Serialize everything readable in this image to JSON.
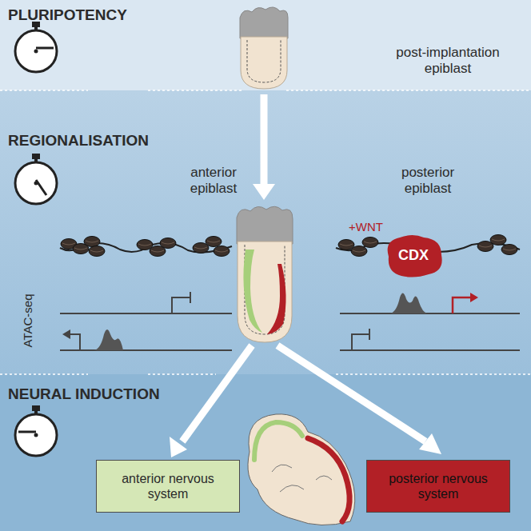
{
  "diagram": {
    "nodes": [
      {
        "text": [
          "PLURIPOTENCY",
          "post-implantation epiblast"
        ]
      },
      {
        "text": [
          "REGIONALISATION",
          "anterior epiblast",
          "posterior epiblast",
          "+WNT",
          "ATAC-seq"
        ]
      },
      {
        "text": [
          "CDX"
        ],
        "in": 1
      },
      {
        "text": [
          "NEURAL INDUCTION"
        ]
      },
      {
        "text": [
          "anterior nervous system"
        ],
        "in": 3
      },
      {
        "text": [
          "posterior nervous system"
        ],
        "in": 3
      }
    ]
  }
}
